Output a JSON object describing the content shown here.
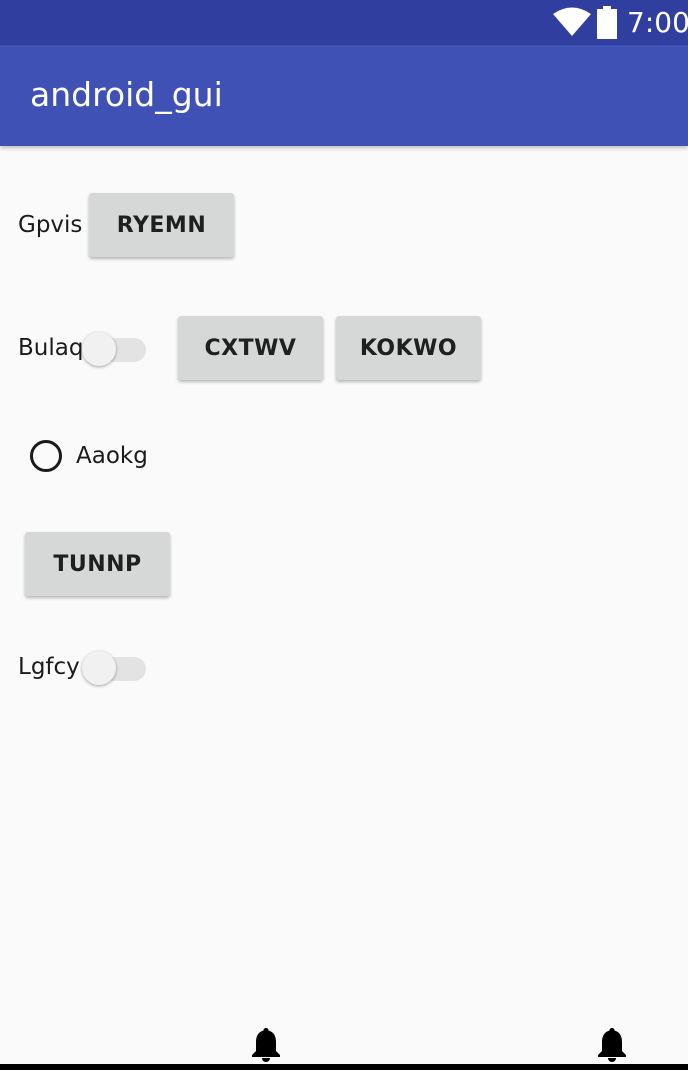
{
  "status_bar": {
    "time": "7:00",
    "icons": [
      "wifi-icon",
      "battery-icon"
    ],
    "background": "#303f9f"
  },
  "app_bar": {
    "title": "android_gui",
    "background": "#3f51b5"
  },
  "rows": {
    "row1": {
      "label": "Gpvis",
      "button": "RYEMN"
    },
    "row2": {
      "label": "Bulaq",
      "switch_on": false,
      "button_a": "CXTWV",
      "button_b": "KOKWO"
    },
    "row3": {
      "radio_label": "Aaokg",
      "radio_checked": false
    },
    "row4": {
      "button": "TUNNP"
    },
    "row5": {
      "label": "Lgfcy",
      "switch_on": false
    }
  },
  "bottom_icons": [
    "bell-icon",
    "bell-icon"
  ]
}
